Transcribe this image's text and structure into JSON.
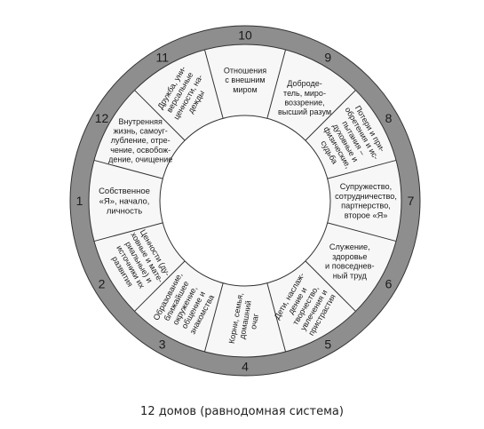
{
  "caption": "12 домов (равнодомная система)",
  "houses": [
    {
      "number": "1",
      "lines": [
        "Собственное",
        "«Я», начало,",
        "личность"
      ]
    },
    {
      "number": "2",
      "lines": [
        "Ценности (ду-",
        "ховные и мате-",
        "риальные) и",
        "источники их",
        "развития"
      ]
    },
    {
      "number": "3",
      "lines": [
        "Образование,",
        "ближайшее",
        "окружение,",
        "общение и",
        "знакомства"
      ]
    },
    {
      "number": "4",
      "lines": [
        "Корни, семья,",
        "домашний",
        "очаг"
      ]
    },
    {
      "number": "5",
      "lines": [
        "Дети, наслаж-",
        "дение и",
        "творчество,",
        "увлечения и",
        "пристрастия"
      ]
    },
    {
      "number": "6",
      "lines": [
        "Служение,",
        "здоровье",
        "и повседнев-",
        "ный труд"
      ]
    },
    {
      "number": "7",
      "lines": [
        "Супружество,",
        "сотрудничество,",
        "партнерство,",
        "второе «Я»"
      ]
    },
    {
      "number": "8",
      "lines": [
        "Потери и при-",
        "обретения и ис-",
        "пытания –",
        "духовные и",
        "физические,",
        "судьба"
      ]
    },
    {
      "number": "9",
      "lines": [
        "Доброде-",
        "тель, миро-",
        "воззрение,",
        "высший разум"
      ]
    },
    {
      "number": "10",
      "lines": [
        "Отношения",
        "с внешним",
        "миром"
      ]
    },
    {
      "number": "11",
      "lines": [
        "Дружба, уни-",
        "версальные",
        "ценности, на-",
        "дежды"
      ]
    },
    {
      "number": "12",
      "lines": [
        "Внутренняя",
        "жизнь, самоуг-",
        "лубление, отре-",
        "чение, освобож-",
        "дение, очищение"
      ]
    }
  ],
  "colors": {
    "ring": "#8e8e8e",
    "houses": "#f7f7f7",
    "lines": "#333333",
    "center": "#ffffff"
  }
}
